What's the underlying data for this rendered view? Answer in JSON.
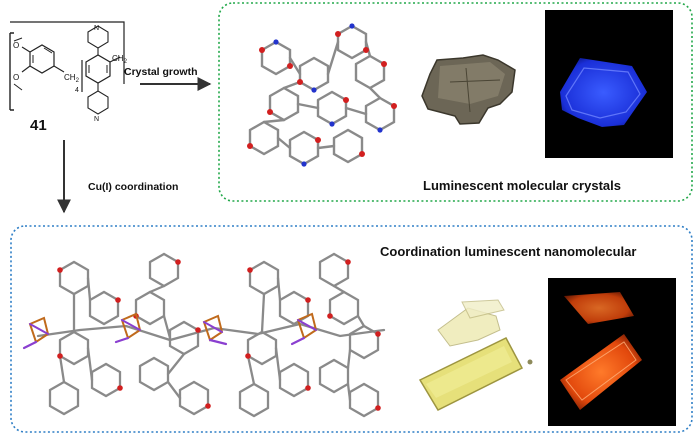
{
  "compound": {
    "number": "41",
    "repeat_subscript": "4",
    "ch2_left": "CH",
    "ch2_right": "CH",
    "ch2_sub": "2"
  },
  "arrows": {
    "crystal_growth": "Crystal growth",
    "cu_coordination": "Cu(I) coordination"
  },
  "panels": {
    "top": {
      "caption": "Luminescent molecular crystals",
      "border_color": "#22a84a"
    },
    "bottom": {
      "caption": "Coordination luminescent nanomolecular",
      "border_color": "#2f7fc6"
    }
  },
  "colors": {
    "blue_emission": "#1a3dff",
    "orange_emission": "#ff5a12",
    "yellow_crystal": "#e6e07a",
    "brown_crystal": "#6c6656",
    "copper_atom": "#c06a1c",
    "linker": "#8a3fd0"
  }
}
